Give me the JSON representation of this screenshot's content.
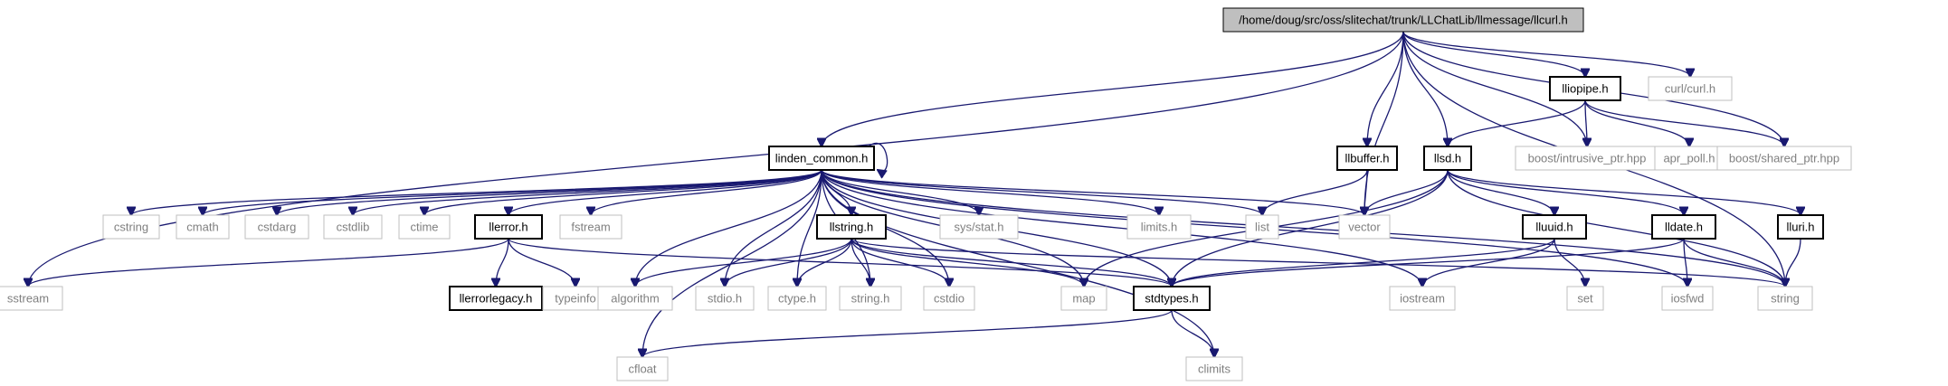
{
  "colors": {
    "edge": "#191970",
    "root_fill": "#bfbfbf",
    "project_border": "#000000",
    "system_border": "#bfbfbf",
    "system_text": "#7f7f7f"
  },
  "nodes": [
    {
      "id": "root",
      "label": "/home/doug/src/oss/slitechat/trunk/LLChatLib/llmessage/llcurl.h",
      "kind": "root"
    },
    {
      "id": "linden_common",
      "label": "linden_common.h",
      "kind": "project"
    },
    {
      "id": "llbuffer",
      "label": "llbuffer.h",
      "kind": "project"
    },
    {
      "id": "llsd",
      "label": "llsd.h",
      "kind": "project"
    },
    {
      "id": "lliopipe",
      "label": "lliopipe.h",
      "kind": "project"
    },
    {
      "id": "curl",
      "label": "curl/curl.h",
      "kind": "system"
    },
    {
      "id": "intrusive_ptr",
      "label": "boost/intrusive_ptr.hpp",
      "kind": "system"
    },
    {
      "id": "apr_poll",
      "label": "apr_poll.h",
      "kind": "system"
    },
    {
      "id": "shared_ptr",
      "label": "boost/shared_ptr.hpp",
      "kind": "system"
    },
    {
      "id": "cstring",
      "label": "cstring",
      "kind": "system"
    },
    {
      "id": "cmath",
      "label": "cmath",
      "kind": "system"
    },
    {
      "id": "cstdarg",
      "label": "cstdarg",
      "kind": "system"
    },
    {
      "id": "cstdlib",
      "label": "cstdlib",
      "kind": "system"
    },
    {
      "id": "ctime",
      "label": "ctime",
      "kind": "system"
    },
    {
      "id": "llerror",
      "label": "llerror.h",
      "kind": "project"
    },
    {
      "id": "fstream",
      "label": "fstream",
      "kind": "system"
    },
    {
      "id": "llstring",
      "label": "llstring.h",
      "kind": "project"
    },
    {
      "id": "sysstat",
      "label": "sys/stat.h",
      "kind": "system"
    },
    {
      "id": "limits",
      "label": "limits.h",
      "kind": "system"
    },
    {
      "id": "list",
      "label": "list",
      "kind": "system"
    },
    {
      "id": "vector",
      "label": "vector",
      "kind": "system"
    },
    {
      "id": "lluuid",
      "label": "lluuid.h",
      "kind": "project"
    },
    {
      "id": "lldate",
      "label": "lldate.h",
      "kind": "project"
    },
    {
      "id": "lluri",
      "label": "lluri.h",
      "kind": "project"
    },
    {
      "id": "sstream",
      "label": "sstream",
      "kind": "system"
    },
    {
      "id": "llerrorlegacy",
      "label": "llerrorlegacy.h",
      "kind": "project"
    },
    {
      "id": "typeinfo",
      "label": "typeinfo",
      "kind": "system"
    },
    {
      "id": "algorithm",
      "label": "algorithm",
      "kind": "system"
    },
    {
      "id": "stdio",
      "label": "stdio.h",
      "kind": "system"
    },
    {
      "id": "ctype",
      "label": "ctype.h",
      "kind": "system"
    },
    {
      "id": "stringh",
      "label": "string.h",
      "kind": "system"
    },
    {
      "id": "cstdio",
      "label": "cstdio",
      "kind": "system"
    },
    {
      "id": "map",
      "label": "map",
      "kind": "system"
    },
    {
      "id": "stdtypes",
      "label": "stdtypes.h",
      "kind": "project"
    },
    {
      "id": "iostream",
      "label": "iostream",
      "kind": "system"
    },
    {
      "id": "set",
      "label": "set",
      "kind": "system"
    },
    {
      "id": "iosfwd",
      "label": "iosfwd",
      "kind": "system"
    },
    {
      "id": "string",
      "label": "string",
      "kind": "system"
    },
    {
      "id": "cfloat",
      "label": "cfloat",
      "kind": "system"
    },
    {
      "id": "climits",
      "label": "climits",
      "kind": "system"
    }
  ],
  "edges": [
    [
      "root",
      "sstream"
    ],
    [
      "root",
      "linden_common"
    ],
    [
      "root",
      "llbuffer"
    ],
    [
      "root",
      "llsd"
    ],
    [
      "root",
      "intrusive_ptr"
    ],
    [
      "root",
      "lliopipe"
    ],
    [
      "root",
      "curl"
    ],
    [
      "root",
      "shared_ptr"
    ],
    [
      "root",
      "vector"
    ],
    [
      "root",
      "string"
    ],
    [
      "lliopipe",
      "llsd"
    ],
    [
      "lliopipe",
      "intrusive_ptr"
    ],
    [
      "lliopipe",
      "apr_poll"
    ],
    [
      "lliopipe",
      "shared_ptr"
    ],
    [
      "llbuffer",
      "list"
    ],
    [
      "llbuffer",
      "vector"
    ],
    [
      "linden_common",
      "linden_common"
    ],
    [
      "linden_common",
      "cstring"
    ],
    [
      "linden_common",
      "cmath"
    ],
    [
      "linden_common",
      "cstdarg"
    ],
    [
      "linden_common",
      "cstdlib"
    ],
    [
      "linden_common",
      "ctime"
    ],
    [
      "linden_common",
      "llerror"
    ],
    [
      "linden_common",
      "fstream"
    ],
    [
      "linden_common",
      "llstring"
    ],
    [
      "linden_common",
      "sysstat"
    ],
    [
      "linden_common",
      "limits"
    ],
    [
      "linden_common",
      "list"
    ],
    [
      "linden_common",
      "vector"
    ],
    [
      "linden_common",
      "cfloat"
    ],
    [
      "linden_common",
      "algorithm"
    ],
    [
      "linden_common",
      "stdio"
    ],
    [
      "linden_common",
      "ctype"
    ],
    [
      "linden_common",
      "stringh"
    ],
    [
      "linden_common",
      "cstdio"
    ],
    [
      "linden_common",
      "map"
    ],
    [
      "linden_common",
      "stdtypes"
    ],
    [
      "linden_common",
      "climits"
    ],
    [
      "linden_common",
      "iostream"
    ],
    [
      "linden_common",
      "iosfwd"
    ],
    [
      "linden_common",
      "string"
    ],
    [
      "llerror",
      "sstream"
    ],
    [
      "llerror",
      "llerrorlegacy"
    ],
    [
      "llerror",
      "typeinfo"
    ],
    [
      "llerror",
      "stdtypes"
    ],
    [
      "llstring",
      "algorithm"
    ],
    [
      "llstring",
      "stdio"
    ],
    [
      "llstring",
      "ctype"
    ],
    [
      "llstring",
      "stringh"
    ],
    [
      "llstring",
      "cstdio"
    ],
    [
      "llstring",
      "map"
    ],
    [
      "llstring",
      "stdtypes"
    ],
    [
      "llstring",
      "string"
    ],
    [
      "llsd",
      "vector"
    ],
    [
      "llsd",
      "map"
    ],
    [
      "llsd",
      "stdtypes"
    ],
    [
      "llsd",
      "lluuid"
    ],
    [
      "llsd",
      "lldate"
    ],
    [
      "llsd",
      "lluri"
    ],
    [
      "llsd",
      "string"
    ],
    [
      "lluuid",
      "stdtypes"
    ],
    [
      "lluuid",
      "iostream"
    ],
    [
      "lluuid",
      "set"
    ],
    [
      "lldate",
      "stdtypes"
    ],
    [
      "lldate",
      "iosfwd"
    ],
    [
      "lldate",
      "string"
    ],
    [
      "lluri",
      "string"
    ],
    [
      "stdtypes",
      "cfloat"
    ],
    [
      "stdtypes",
      "climits"
    ]
  ]
}
